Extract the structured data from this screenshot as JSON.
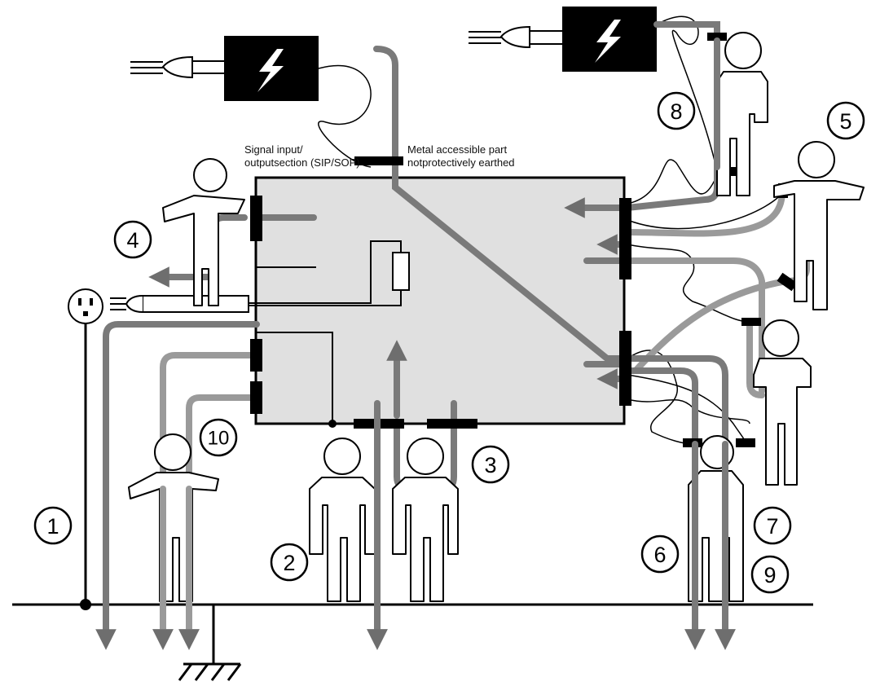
{
  "labels": {
    "sip_line1": "Signal input/",
    "sip_line2": "outputsection (SIP/SOP)",
    "metal_line1": "Metal accessible part",
    "metal_line2": "notprotectively earthed"
  },
  "numbers": {
    "n1": "1",
    "n2": "2",
    "n3": "3",
    "n4": "4",
    "n5": "5",
    "n6": "6",
    "n7": "7",
    "n8": "8",
    "n9": "9",
    "n10": "10"
  },
  "colors": {
    "current_path": "#7a7a7a",
    "current_path_light": "#9a9a9a",
    "device_fill": "#e0e0e0",
    "ink": "#000000"
  }
}
